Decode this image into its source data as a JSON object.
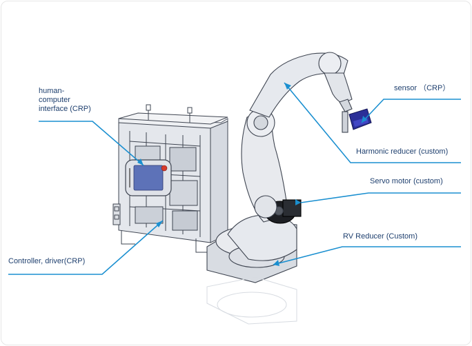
{
  "labels": {
    "hci": "human-\ncomputer\ninterface (CRP)",
    "sensor": "sensor （CRP）",
    "harmonic": "Harmonic reducer (custom)",
    "servo": "Servo motor (custom)",
    "rv": "RV Reducer (Custom)",
    "controller": "Controller, driver(CRP)"
  },
  "colors": {
    "callout_line": "#1a8fd0",
    "label_text": "#1e3f6e",
    "machine_line": "#3e4450",
    "screen": "#5d72b8",
    "sensor_body": "#2b2f98",
    "servo_motor": "#1d1f24",
    "estop_button": "#d63a2c"
  },
  "icons": {
    "robot": "industrial-robot-arm-illustration",
    "cabinet": "control-cabinet-illustration",
    "pendant": "teach-pendant-illustration"
  }
}
